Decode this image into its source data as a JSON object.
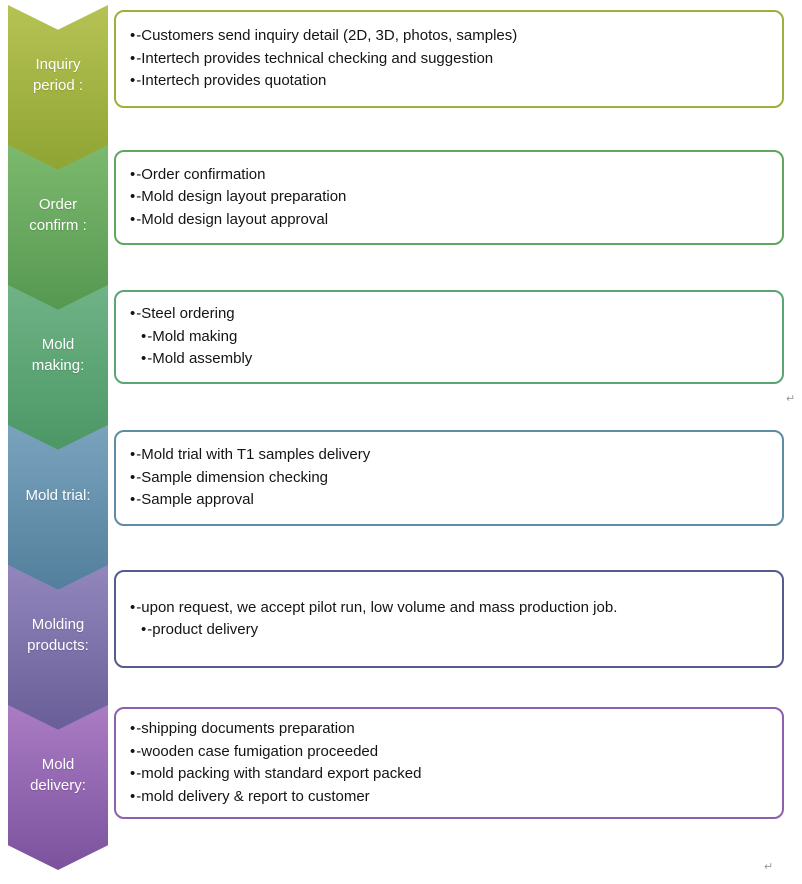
{
  "bullet_char": "•",
  "stages": [
    {
      "label": "Inquiry period :",
      "color": "#9cb13c",
      "bullets": [
        {
          "text": "-Customers send inquiry detail (2D, 3D, photos, samples)"
        },
        {
          "text": "-Intertech provides technical checking and suggestion"
        },
        {
          "text": "-Intertech provides quotation"
        }
      ]
    },
    {
      "label": "Order confirm :",
      "color": "#61a65e",
      "bullets": [
        {
          "text": "-Order confirmation"
        },
        {
          "text": "-Mold design layout preparation"
        },
        {
          "text": "-Mold design layout approval"
        }
      ]
    },
    {
      "label": "Mold making:",
      "color": "#5aa573",
      "bullets": [
        {
          "text": "-Steel ordering"
        },
        {
          "text": "-Mold making"
        },
        {
          "text": "-Mold assembly"
        }
      ]
    },
    {
      "label": "Mold trial:",
      "color": "#5d8ca6",
      "bullets": [
        {
          "text": "-Mold trial with T1 samples delivery"
        },
        {
          "text": "-Sample dimension checking"
        },
        {
          "text": "-Sample approval"
        }
      ]
    },
    {
      "label": "Molding products:",
      "color": "#565a8e",
      "bullets": [
        {
          "text": "-upon request, we accept pilot run, low volume and mass production job."
        },
        {
          "text": "-product delivery"
        }
      ]
    },
    {
      "label": "Mold delivery:",
      "color": "#8e5fae",
      "bullets": [
        {
          "text": "-shipping documents preparation"
        },
        {
          "text": "-wooden case fumigation proceeded"
        },
        {
          "text": "-mold packing with standard export packed"
        },
        {
          "text": "-mold delivery & report to customer"
        }
      ]
    }
  ],
  "artifacts": {
    "mid_mark": "↵",
    "bottom_mark": "↵"
  }
}
